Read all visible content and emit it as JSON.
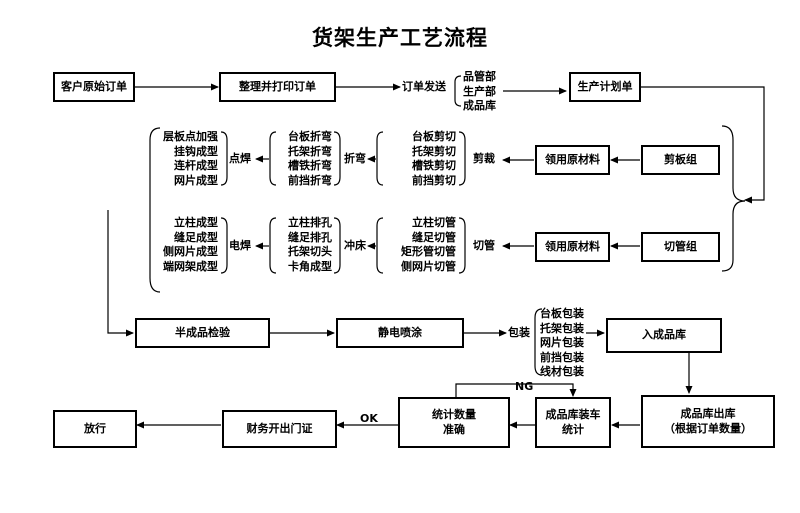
{
  "title": "货架生产工艺流程",
  "nodes": {
    "customer_order": "客户原始订单",
    "print_order": "整理并打印订单",
    "order_send": "订单发送",
    "depts": [
      "品管部",
      "生产部",
      "成品库"
    ],
    "production_plan": "生产计划单",
    "shear_group": "剪板组",
    "material_1": "领用原材料",
    "cutting": "剪裁",
    "shear_items": [
      "台板剪切",
      "托架剪切",
      "槽铁剪切",
      "前挡剪切"
    ],
    "bending": "折弯",
    "bend_items": [
      "台板折弯",
      "托架折弯",
      "槽铁折弯",
      "前挡折弯"
    ],
    "spot_weld": "点焊",
    "weld_items_1": [
      "层板点加强",
      "挂钩成型",
      "连杆成型",
      "网片成型"
    ],
    "tube_group": "切管组",
    "material_2": "领用原材料",
    "tube_cut": "切管",
    "tube_items": [
      "立柱切管",
      "缝足切管",
      "矩形管切管",
      "侧网片切管"
    ],
    "punch": "冲床",
    "punch_items": [
      "立柱排孔",
      "缝足排孔",
      "托架切头",
      "卡角成型"
    ],
    "electric_weld": "电焊",
    "weld_items_2": [
      "立柱成型",
      "缝足成型",
      "侧网片成型",
      "端网架成型"
    ],
    "semi_inspect": "半成品检验",
    "spray": "静电喷涂",
    "pack": "包装",
    "pack_items": [
      "台板包装",
      "托架包装",
      "网片包装",
      "前挡包装",
      "线材包装"
    ],
    "warehouse_in": "入成品库",
    "warehouse_out": [
      "成品库出库",
      "（根据订单数量）"
    ],
    "load_count": [
      "成品库装车",
      "统计"
    ],
    "count_check": [
      "统计数量",
      "准确"
    ],
    "ng": "NG",
    "ok": "OK",
    "finance": "财务开出门证",
    "release": "放行"
  }
}
